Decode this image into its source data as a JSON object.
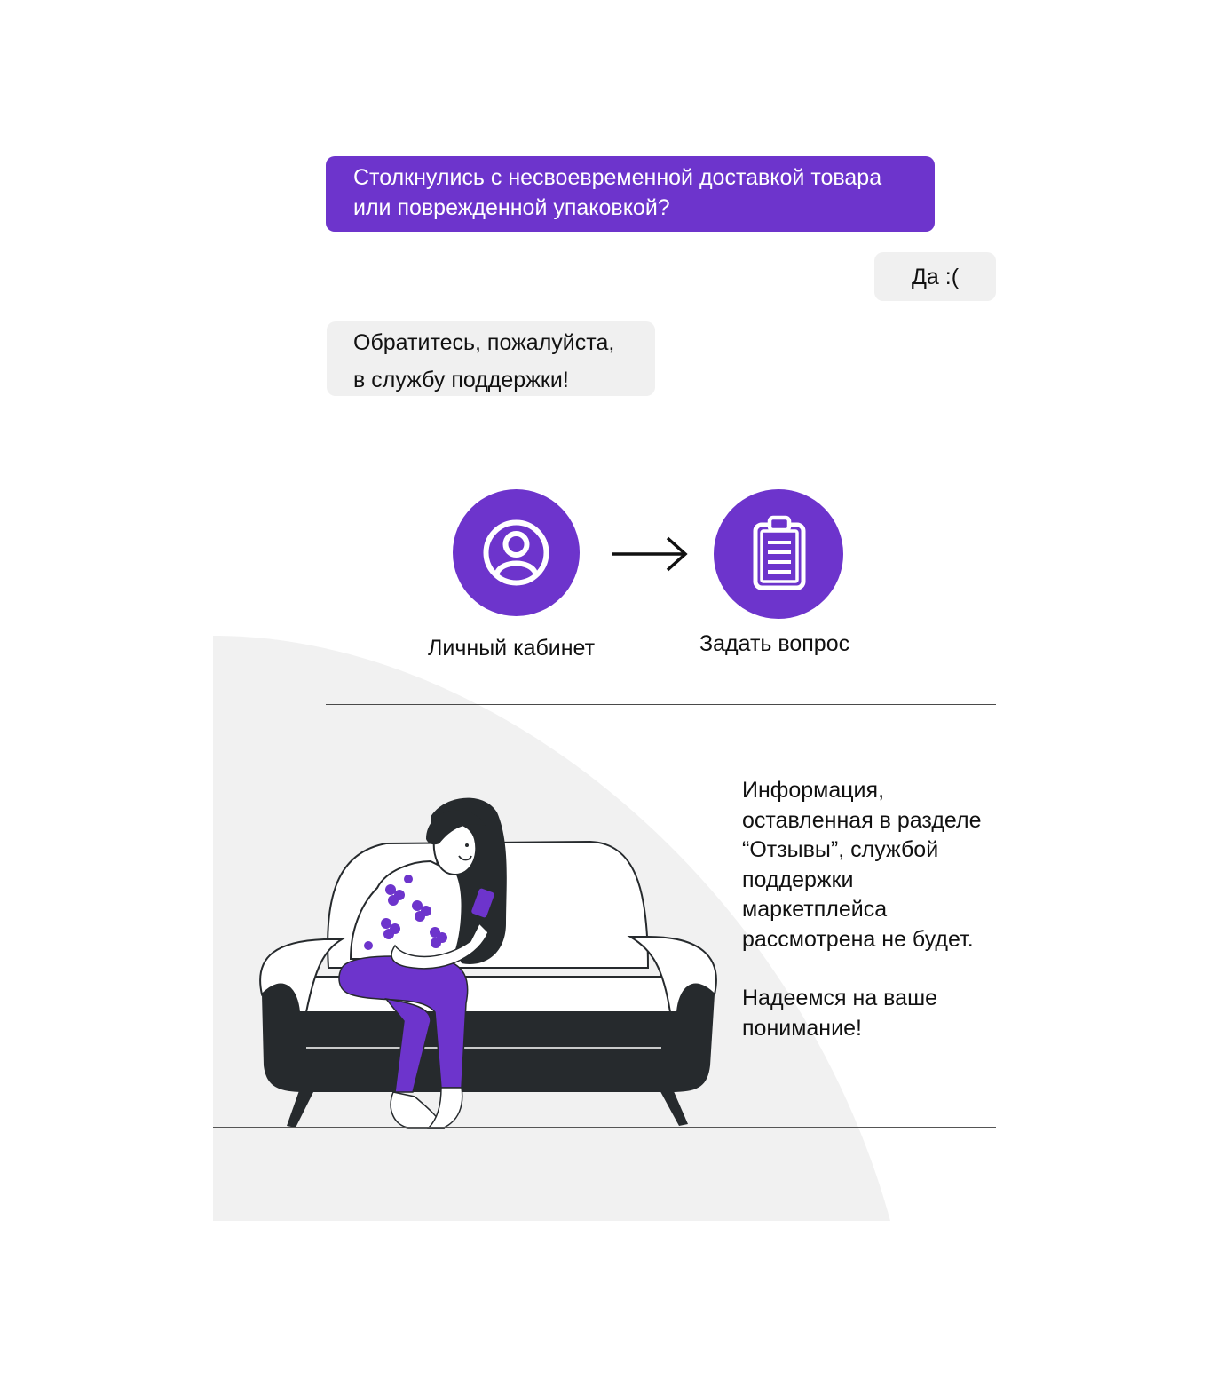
{
  "chat": {
    "question": [
      "Столкнулись с несвоевременной доставкой товара",
      "или поврежденной упаковкой?"
    ],
    "answer": "Да :(",
    "reply": [
      "Обратитесь, пожалуйста,",
      "в службу поддержки!"
    ]
  },
  "steps": [
    {
      "label": "Личный кабинет",
      "icon": "user-profile-icon"
    },
    {
      "label": "Задать вопрос",
      "icon": "clipboard-icon"
    }
  ],
  "info": {
    "lines": [
      "Информация,",
      "оставленная в разделе",
      "“Отзывы”, службой",
      "поддержки",
      "маркетплейса",
      "рассмотрена не будет."
    ],
    "closing": [
      "Надеемся на ваше",
      "понимание!"
    ]
  },
  "colors": {
    "accent": "#6d34cc",
    "bubble_gray": "#f0f0f0",
    "background_shape": "#f1f1f1",
    "sofa_dark": "#262a2d"
  }
}
